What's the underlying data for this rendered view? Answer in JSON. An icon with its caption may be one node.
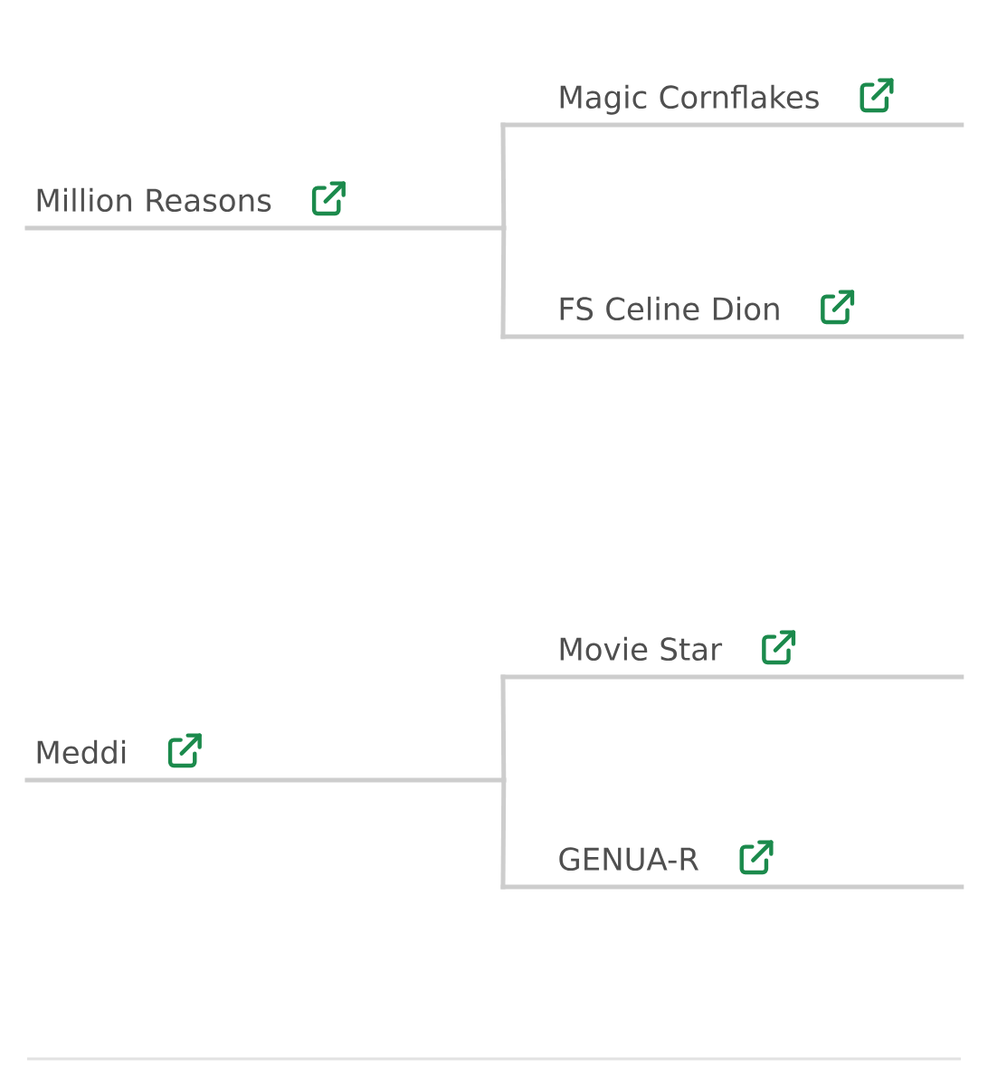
{
  "diagram": {
    "nodes": [
      {
        "text": [
          "Million Reasons"
        ]
      },
      {
        "text": [
          "Magic Cornflakes"
        ]
      },
      {
        "text": [
          "FS Celine Dion"
        ]
      },
      {
        "text": [
          "Meddi"
        ]
      },
      {
        "text": [
          "Movie Star"
        ]
      },
      {
        "text": [
          "GENUA-R"
        ]
      }
    ],
    "edges": [
      {
        "from": 0,
        "to": 1,
        "arrow": "none"
      },
      {
        "from": 0,
        "to": 2,
        "arrow": "none"
      },
      {
        "from": 3,
        "to": 4,
        "arrow": "none"
      },
      {
        "from": 3,
        "to": 5,
        "arrow": "none"
      }
    ]
  }
}
